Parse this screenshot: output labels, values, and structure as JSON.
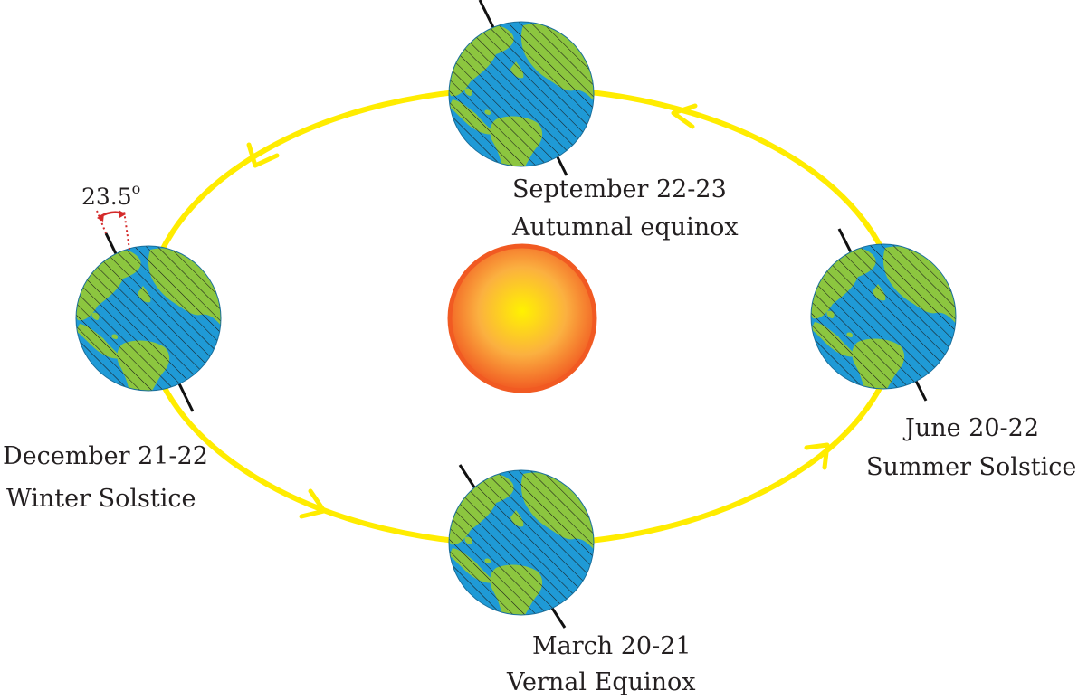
{
  "colors": {
    "orbit": "#ffec00",
    "ocean": "#1f9ad6",
    "land": "#8cc63f",
    "axis": "#111111",
    "tilt_marker": "#d42a2a",
    "sun_core": "#fff200",
    "sun_edge": "#f15a22",
    "text": "#231f20"
  },
  "tilt": {
    "value": "23.5",
    "unit": "o"
  },
  "seasons": [
    {
      "id": "september",
      "date": "September 22-23",
      "name": "Autumnal equinox"
    },
    {
      "id": "june",
      "date": "June 20-22",
      "name": "Summer Solstice"
    },
    {
      "id": "march",
      "date": "March 20-21",
      "name": "Vernal Equinox"
    },
    {
      "id": "december",
      "date": "December 21-22",
      "name": "Winter Solstice"
    }
  ],
  "icons": {
    "sun": "sun-icon",
    "earth": "earth-globe-icon",
    "arrow": "orbit-direction-arrow-icon"
  }
}
